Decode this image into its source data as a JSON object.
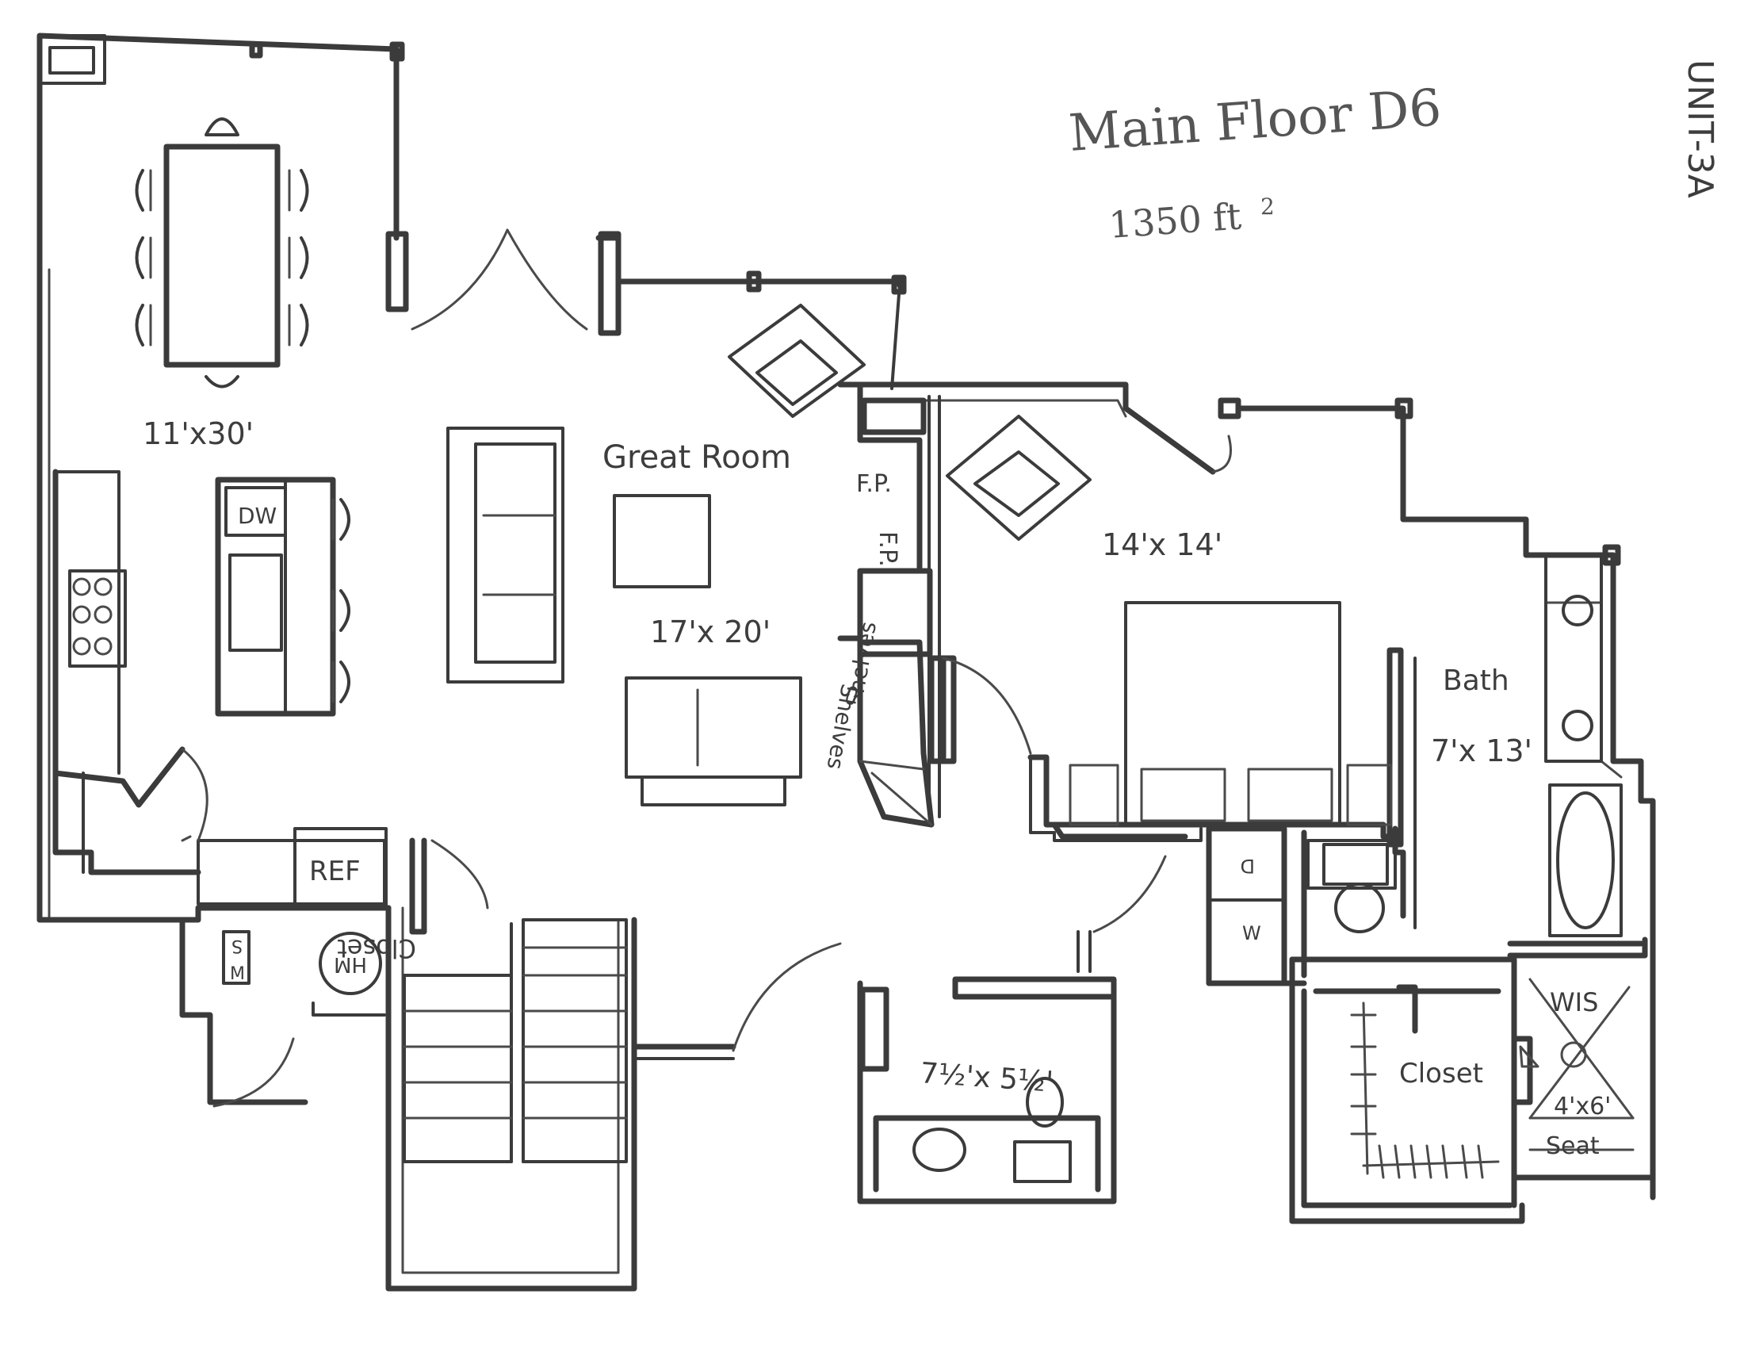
{
  "title": {
    "line1": "Main Floor  D6",
    "line2": "1350 ft",
    "sup": "2"
  },
  "unit_tag": "UNIT-3A",
  "rooms": {
    "dining_kitchen_size": "11'x30'",
    "great_room": "Great Room",
    "great_room_size": "17'x 20'",
    "master_size": "14'x 14'",
    "bath": "Bath",
    "bath_size": "7'x 13'",
    "half_bath_size": "7½'x 5½'",
    "closet_master": "Closet",
    "closet_stair": "Closet",
    "wis": "WIS",
    "wis_size": "4'x6'",
    "seat": "Seat"
  },
  "fixtures": {
    "fireplace": "F.P.",
    "fireplace_mirror": "F.P.",
    "shelves": "Shelves",
    "shelves_mirror": "Shelves",
    "dishwasher": "DW",
    "refrigerator": "REF",
    "water_heater": "HM",
    "washer": "W",
    "dryer": "D",
    "laundry_s": "S",
    "laundry_m": "M"
  }
}
